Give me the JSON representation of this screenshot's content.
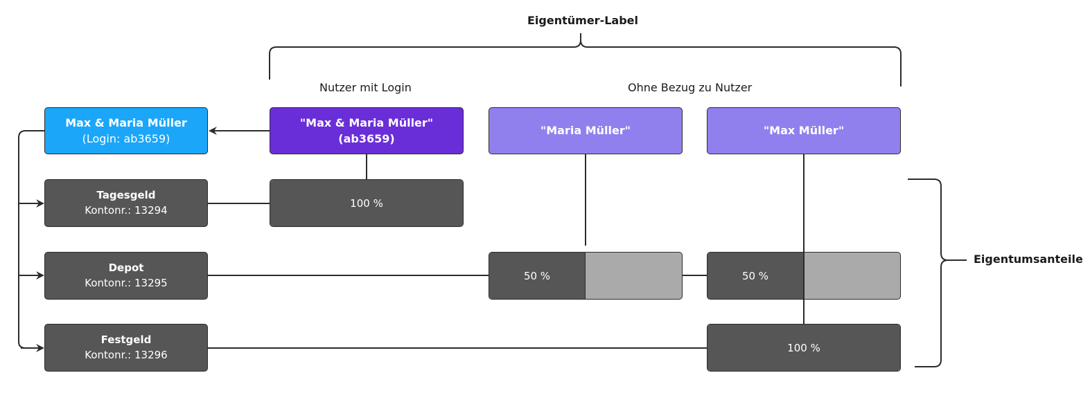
{
  "headings": {
    "owner_label": "Eigentümer-Label",
    "with_login": "Nutzer mit Login",
    "no_user": "Ohne Bezug zu Nutzer",
    "shares": "Eigentumsanteile"
  },
  "user": {
    "name": "Max & Maria Müller",
    "login": "(Login: ab3659)"
  },
  "accounts": [
    {
      "name": "Tagesgeld",
      "number": "Kontonr.: 13294"
    },
    {
      "name": "Depot",
      "number": "Kontonr.: 13295"
    },
    {
      "name": "Festgeld",
      "number": "Kontonr.: 13296"
    }
  ],
  "owner_labels": {
    "login_label_line1": "\"Max & Maria Müller\"",
    "login_label_line2": "(ab3659)",
    "maria": "\"Maria Müller\"",
    "max": "\"Max Müller\""
  },
  "shares": {
    "tagesgeld": {
      "text": "100 %",
      "value": 1.0
    },
    "depot_maria": {
      "text": "50 %",
      "value": 0.5
    },
    "depot_max": {
      "text": "50 %",
      "value": 0.5
    },
    "festgeld": {
      "text": "100 %",
      "value": 1.0
    }
  },
  "colors": {
    "account": "#565656",
    "share_empty": "#aaaaaa",
    "user": "#1ba6f9",
    "login_label": "#6a2ed8",
    "free_label": "#9080ee"
  }
}
